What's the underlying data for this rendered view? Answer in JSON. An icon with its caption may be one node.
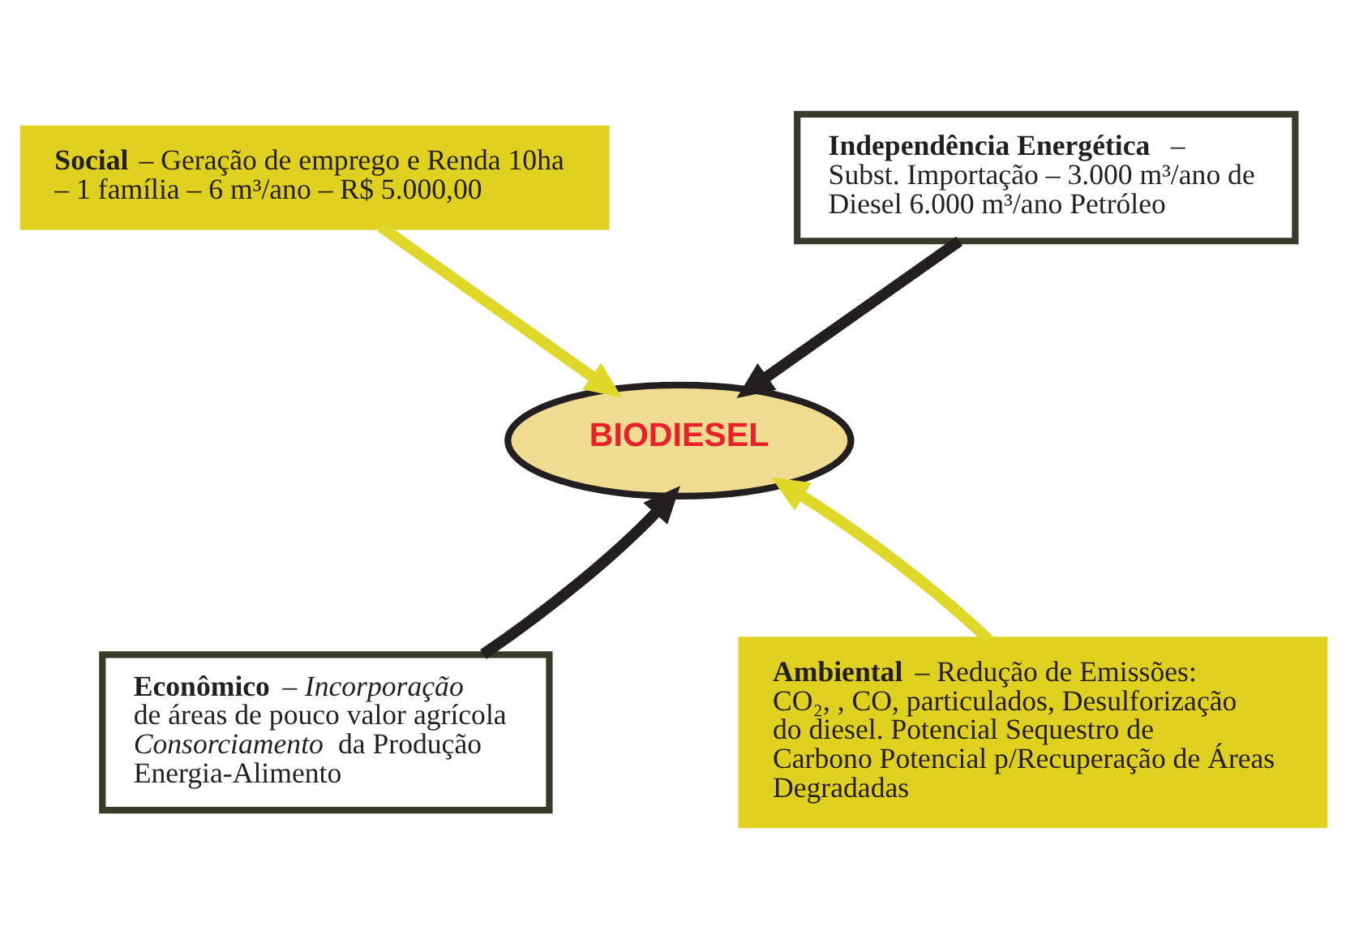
{
  "diagram": {
    "nodes": [
      {
        "text": [
          "**Social** – Geração de emprego e Renda 10ha – 1 família – 6 m³/ano – R$ 5.000,00"
        ]
      },
      {
        "text": [
          "**Independência Energética** – Subst. Importação – 3.000 m³/ano de Diesel 6.000 m³/ano Petróleo"
        ]
      },
      {
        "text": [
          "BIODIESEL"
        ]
      },
      {
        "text": [
          "**Econômico** – *Incorporação* de áreas de pouco valor agrícola *Consorciamento* da Produção Energia-Alimento"
        ]
      },
      {
        "text": [
          "**Ambiental** – Redução de Emissões: CO₂, , CO, particulados, Desulforização do diesel. Potencial Sequestro de Carbono Potencial p/Recuperação de Áreas Degradadas"
        ]
      }
    ],
    "edges": [
      {
        "from": 0,
        "to": 2,
        "arrow": "to",
        "color": "#e0d828"
      },
      {
        "from": 1,
        "to": 2,
        "arrow": "to",
        "color": "#231f20"
      },
      {
        "from": 3,
        "to": 2,
        "arrow": "to",
        "color": "#231f20"
      },
      {
        "from": 4,
        "to": 2,
        "arrow": "to",
        "color": "#e0d828"
      }
    ]
  }
}
